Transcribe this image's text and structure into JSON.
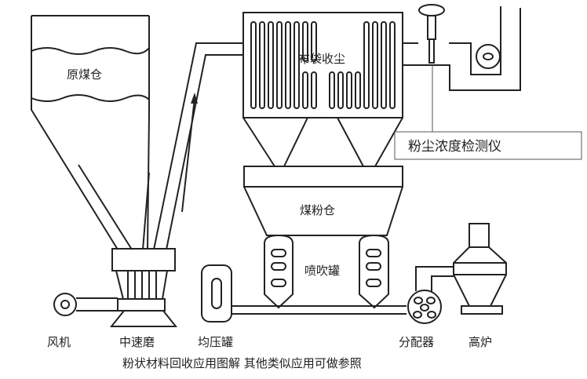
{
  "labels": {
    "raw_coal_bin": "原煤仓",
    "bag_filter": "布袋收尘",
    "dust_monitor": "粉尘浓度检测仪",
    "pulverized_coal_bin": "煤粉仓",
    "injection_tank": "喷吹罐",
    "fan": "风机",
    "medium_speed_mill": "中速磨",
    "pressure_equalizing_tank": "均压罐",
    "distributor": "分配器",
    "blast_furnace": "高炉"
  },
  "caption": "粉状材料回收应用图解 其他类似应用可做参照"
}
